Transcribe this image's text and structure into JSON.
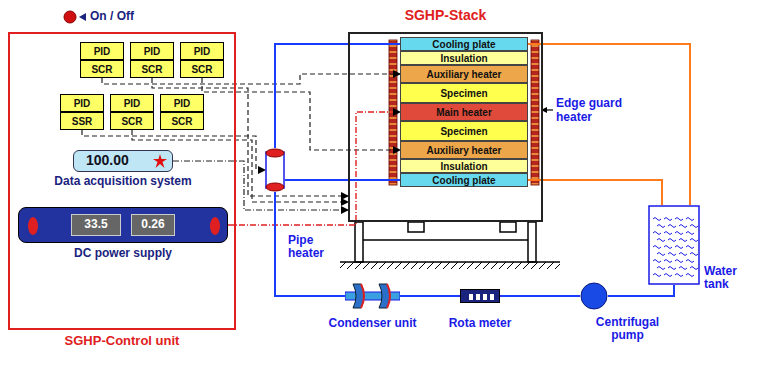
{
  "diagram": {
    "nodes": [
      {
        "text": [
          "SGHP-Control unit"
        ]
      },
      {
        "text": [
          "PID",
          "SCR"
        ],
        "in": 0
      },
      {
        "text": [
          "PID",
          "SCR"
        ],
        "in": 0
      },
      {
        "text": [
          "PID",
          "SCR"
        ],
        "in": 0
      },
      {
        "text": [
          "PID",
          "SSR"
        ],
        "in": 0
      },
      {
        "text": [
          "PID",
          "SCR"
        ],
        "in": 0
      },
      {
        "text": [
          "PID",
          "SCR"
        ],
        "in": 0
      },
      {
        "text": [
          "100.00",
          "Data acquisition system"
        ],
        "in": 0
      },
      {
        "text": [
          "33.5",
          "0.26",
          "DC power supply"
        ],
        "in": 0
      },
      {
        "text": [
          "SGHP-Stack"
        ]
      },
      {
        "text": [
          "Cooling plate"
        ],
        "in": 9
      },
      {
        "text": [
          "Insulation"
        ],
        "in": 9
      },
      {
        "text": [
          "Auxiliary heater"
        ],
        "in": 9
      },
      {
        "text": [
          "Specimen"
        ],
        "in": 9
      },
      {
        "text": [
          "Main heater"
        ],
        "in": 9
      },
      {
        "text": [
          "Specimen"
        ],
        "in": 9
      },
      {
        "text": [
          "Auxiliary heater"
        ],
        "in": 9
      },
      {
        "text": [
          "Insulation"
        ],
        "in": 9
      },
      {
        "text": [
          "Cooling plate"
        ],
        "in": 9
      },
      {
        "text": [
          "Pipe heater"
        ]
      },
      {
        "text": [
          "Condenser unit"
        ]
      },
      {
        "text": [
          "Rota meter"
        ]
      },
      {
        "text": [
          "Centrifugal pump"
        ]
      },
      {
        "text": [
          "Water tank"
        ]
      }
    ],
    "edges": [
      {
        "from": 1,
        "to": 12,
        "arrow": "to"
      },
      {
        "from": 2,
        "to": 9,
        "arrow": "to"
      },
      {
        "from": 3,
        "to": 16,
        "arrow": "to"
      },
      {
        "from": 4,
        "to": 19,
        "arrow": "to"
      },
      {
        "from": 5,
        "to": 9,
        "arrow": "to"
      },
      {
        "from": 7,
        "to": 9,
        "arrow": "to"
      },
      {
        "from": 8,
        "to": 14,
        "arrow": "to"
      },
      {
        "from": 19,
        "to": 10,
        "arrow": "none"
      },
      {
        "from": 19,
        "to": 18,
        "arrow": "none"
      },
      {
        "from": 10,
        "to": 23,
        "arrow": "none"
      },
      {
        "from": 18,
        "to": 23,
        "arrow": "none"
      },
      {
        "from": 23,
        "to": 22,
        "arrow": "none"
      },
      {
        "from": 22,
        "to": 21,
        "arrow": "none"
      },
      {
        "from": 21,
        "to": 20,
        "arrow": "none"
      },
      {
        "from": 20,
        "to": 19,
        "arrow": "none"
      }
    ],
    "labels": [
      "On / Off",
      "Edge guard heater"
    ]
  }
}
